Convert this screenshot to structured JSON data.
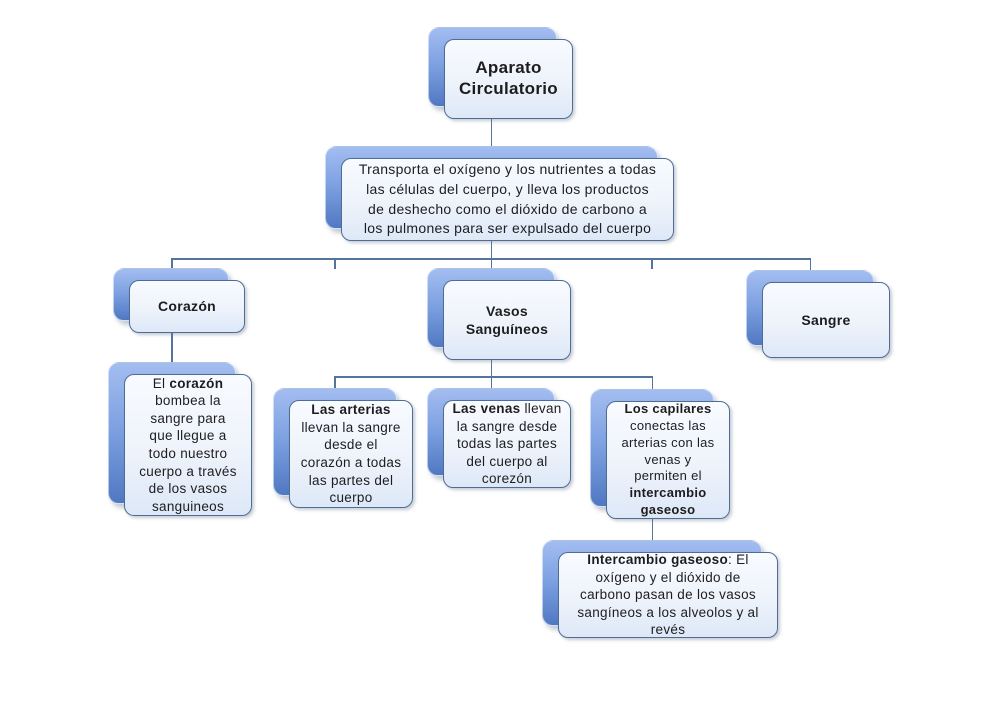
{
  "palette": {
    "back_box_top": "#a3bdf0",
    "back_box_bottom": "#5078c2",
    "front_border": "#4e6d94",
    "front_top": "#f8fbff",
    "front_bottom": "#dde8f7",
    "connector": "#54749c",
    "text": "#1d1d1f"
  },
  "nodes": {
    "root": {
      "title": "Aparato\nCirculatorio"
    },
    "overview": {
      "text": "Transporta el oxígeno y los nutrientes a todas\nlas células del cuerpo, y lleva los productos\nde deshecho como el dióxido de carbono a\nlos pulmones para ser expulsado del cuerpo"
    },
    "corazon": {
      "title": "Corazón"
    },
    "vasos": {
      "title": "Vasos\nSanguíneos"
    },
    "sangre": {
      "title": "Sangre"
    },
    "corazon_desc": {
      "seg0": "El ",
      "seg1": "corazón",
      "seg2": "\nbombea la\nsangre para\nque llegue a\ntodo nuestro\ncuerpo a través\nde los vasos\nsanguineos"
    },
    "arterias": {
      "seg0": "Las arterias",
      "seg1": "\nllevan la sangre\ndesde el\ncorazón a todas\nlas partes del\ncuerpo"
    },
    "venas": {
      "seg0": "Las venas",
      "seg1": " llevan\nla sangre desde\ntodas las partes\ndel cuerpo al\ncorezón"
    },
    "capilares": {
      "seg0": "Los capilares",
      "seg1": "\nconectas las\narterias con las\nvenas  y\npermiten el\n",
      "seg2": "intercambio\ngaseoso"
    },
    "intercambio": {
      "seg0": "Intercambio gaseoso",
      "seg1": ": El\noxígeno y el dióxido de\ncarbono pasan de los vasos\nsangíneos a los alveolos y al\nrevés"
    }
  }
}
